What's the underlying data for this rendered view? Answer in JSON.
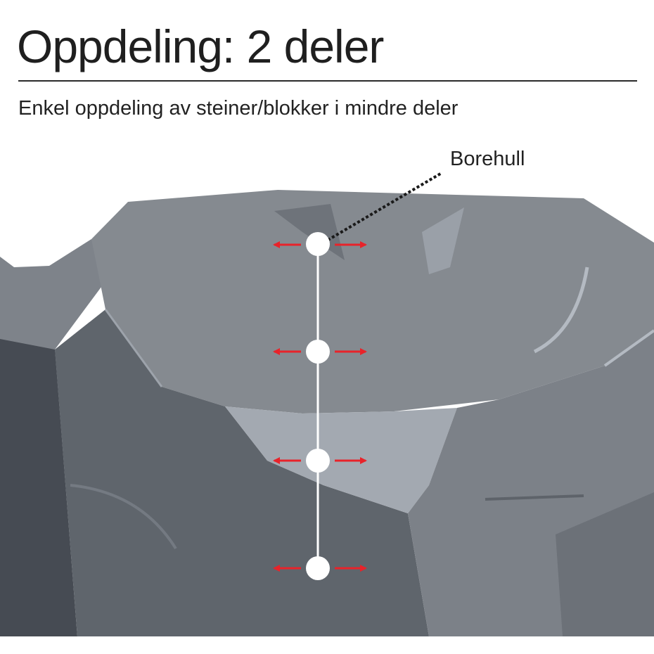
{
  "header": {
    "title": "Oppdeling: 2 deler",
    "subtitle": "Enkel oppdeling av steiner/blokker i mindre deler"
  },
  "diagram": {
    "callout_label": "Borehull",
    "boreholes": [
      "hole-1",
      "hole-2",
      "hole-3",
      "hole-4"
    ],
    "colors": {
      "arrow": "#e8232a",
      "rock_top": "#858a90",
      "rock_front": "#5f656c",
      "rock_right": "#7c8188",
      "rock_dark": "#464b53",
      "highlight": "#a9afb7",
      "hole": "#ffffff"
    }
  }
}
